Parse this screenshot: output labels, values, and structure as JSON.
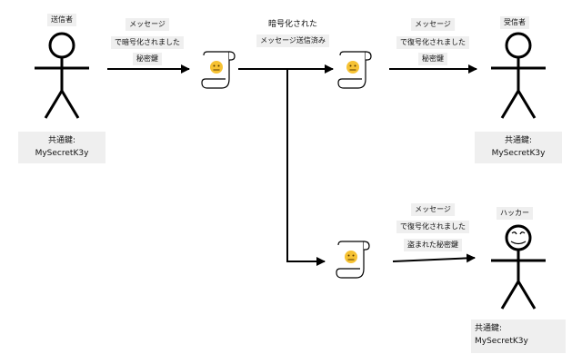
{
  "sender": {
    "title": "送信者",
    "key_label": "共通鍵:",
    "key_value": "MySecretK3y"
  },
  "receiver": {
    "title": "受信者",
    "key_label": "共通鍵:",
    "key_value": "MySecretK3y"
  },
  "hacker": {
    "title": "ハッカー",
    "key_label": "共通鍵:",
    "key_value": "MySecretK3y"
  },
  "arrow_sender": {
    "line1": "メッセージ",
    "line2": "で暗号化されました",
    "line3": "秘密鍵"
  },
  "encrypted_label": {
    "line1": "暗号化された",
    "line2": "メッセージ送信済み"
  },
  "arrow_receiver": {
    "line1": "メッセージ",
    "line2": "で復号化されました",
    "line3": "秘密鍵"
  },
  "arrow_hacker": {
    "line1": "メッセージ",
    "line2": "で復号化されました",
    "line3": "盗まれた秘密鍵"
  }
}
